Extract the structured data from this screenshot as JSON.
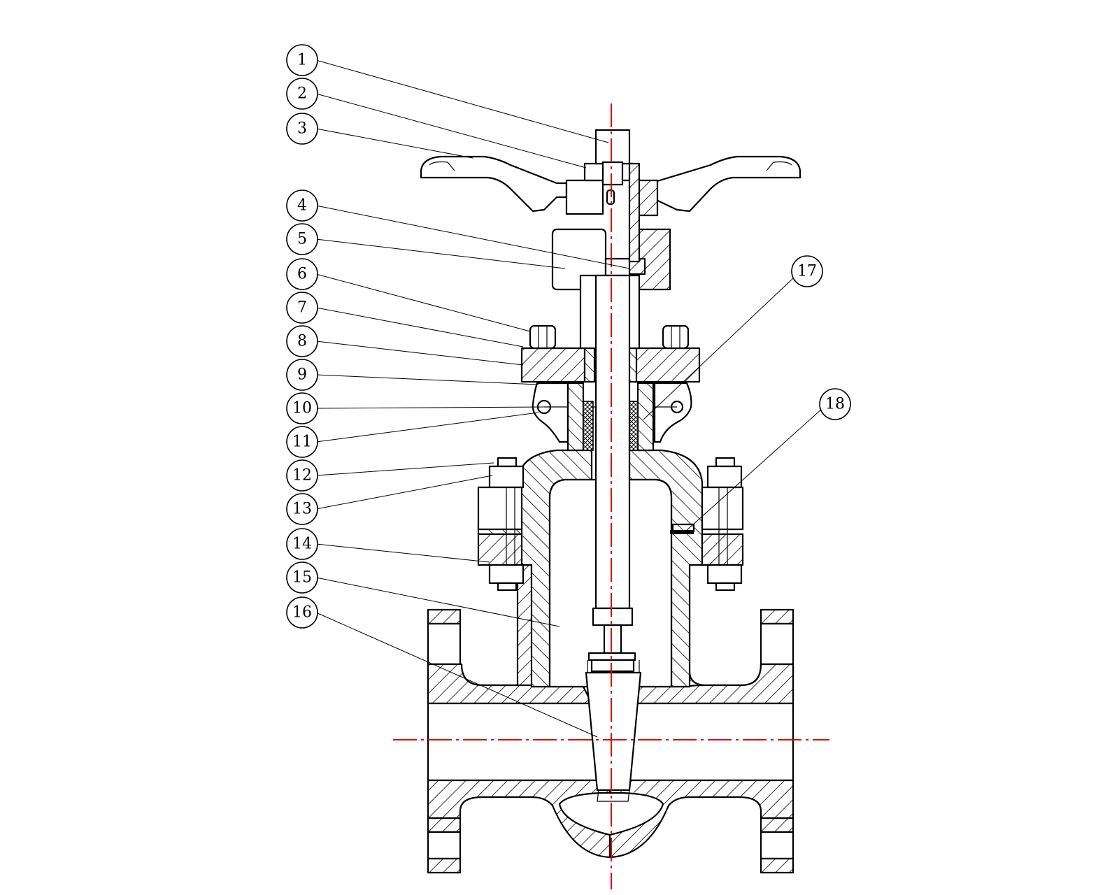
{
  "diagram": {
    "colors": {
      "line": "#000000",
      "centerline": "#e00000",
      "background": "#ffffff"
    },
    "callouts": [
      {
        "id": "c1",
        "label": "1"
      },
      {
        "id": "c2",
        "label": "2"
      },
      {
        "id": "c3",
        "label": "3"
      },
      {
        "id": "c4",
        "label": "4"
      },
      {
        "id": "c5",
        "label": "5"
      },
      {
        "id": "c6",
        "label": "6"
      },
      {
        "id": "c7",
        "label": "7"
      },
      {
        "id": "c8",
        "label": "8"
      },
      {
        "id": "c9",
        "label": "9"
      },
      {
        "id": "c10",
        "label": "10"
      },
      {
        "id": "c11",
        "label": "11"
      },
      {
        "id": "c12",
        "label": "12"
      },
      {
        "id": "c13",
        "label": "13"
      },
      {
        "id": "c14",
        "label": "14"
      },
      {
        "id": "c15",
        "label": "15"
      },
      {
        "id": "c16",
        "label": "16"
      },
      {
        "id": "c17",
        "label": "17"
      },
      {
        "id": "c18",
        "label": "18"
      }
    ]
  }
}
